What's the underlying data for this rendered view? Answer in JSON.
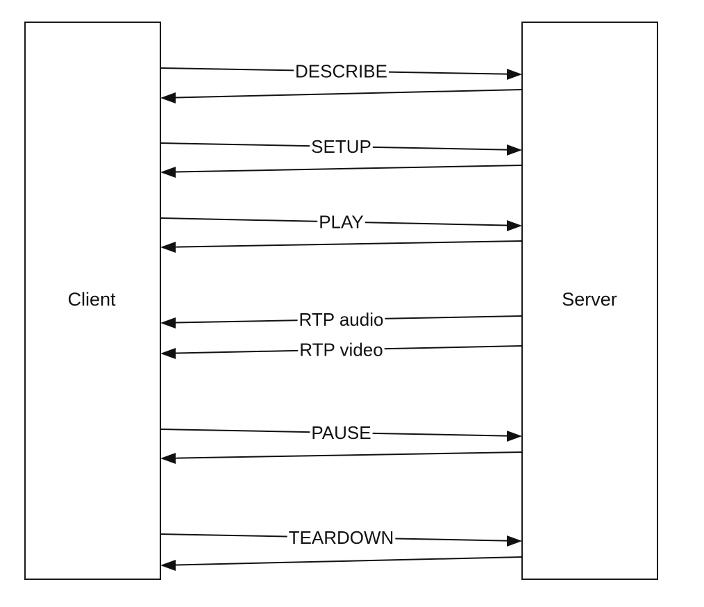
{
  "participants": {
    "client": "Client",
    "server": "Server"
  },
  "messages": [
    {
      "label": "DESCRIBE",
      "direction": "client-to-server"
    },
    {
      "label": "",
      "direction": "server-to-client"
    },
    {
      "label": "SETUP",
      "direction": "client-to-server"
    },
    {
      "label": "",
      "direction": "server-to-client"
    },
    {
      "label": "PLAY",
      "direction": "client-to-server"
    },
    {
      "label": "",
      "direction": "server-to-client"
    },
    {
      "label": "RTP audio",
      "direction": "server-to-client"
    },
    {
      "label": "RTP video",
      "direction": "server-to-client"
    },
    {
      "label": "PAUSE",
      "direction": "client-to-server"
    },
    {
      "label": "",
      "direction": "server-to-client"
    },
    {
      "label": "TEARDOWN",
      "direction": "client-to-server"
    },
    {
      "label": "",
      "direction": "server-to-client"
    }
  ]
}
